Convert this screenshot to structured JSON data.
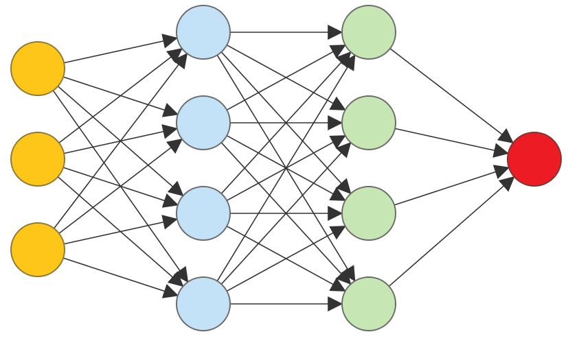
{
  "diagram": {
    "type": "neural-network",
    "layers": [
      {
        "name": "input",
        "node_count": 3,
        "fill": "#FFC61A",
        "stroke": "#8C7A3A"
      },
      {
        "name": "hidden-1",
        "node_count": 4,
        "fill": "#C4E2F7",
        "stroke": "#6B6B6B"
      },
      {
        "name": "hidden-2",
        "node_count": 4,
        "fill": "#C6E7B3",
        "stroke": "#6B6B6B"
      },
      {
        "name": "output",
        "node_count": 1,
        "fill": "#ED1C24",
        "stroke": "#7A3535"
      }
    ],
    "connections": "fully-connected",
    "edge_color": "#333333",
    "arrowheads": true
  }
}
